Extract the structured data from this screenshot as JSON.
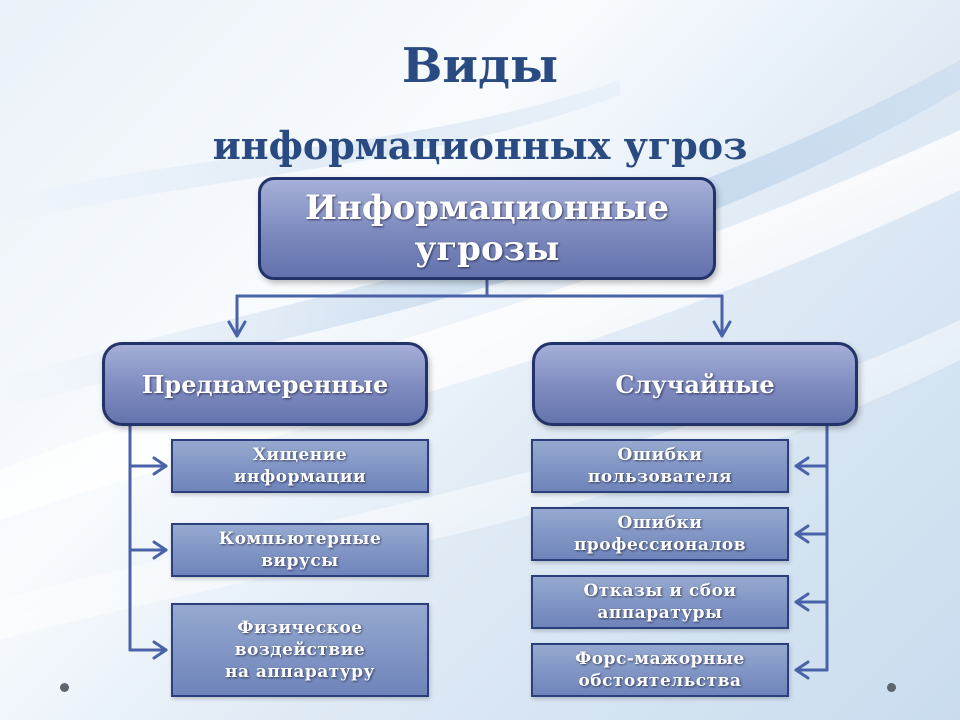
{
  "title": {
    "line1": "Виды",
    "line2": "информационных угроз"
  },
  "root": {
    "label": "Информационные угрозы"
  },
  "branches": {
    "left": {
      "label": "Преднамеренные",
      "items": [
        {
          "label": "Хищение\nинформации"
        },
        {
          "label": "Компьютерные\nвирусы"
        },
        {
          "label": "Физическое\nвоздействие\nна аппаратуру"
        }
      ]
    },
    "right": {
      "label": "Случайные",
      "items": [
        {
          "label": "Ошибки\nпользователя"
        },
        {
          "label": "Ошибки\nпрофессионалов"
        },
        {
          "label": "Отказы и сбои\nаппаратуры"
        },
        {
          "label": "Форс-мажорные\nобстоятельства"
        }
      ]
    }
  },
  "colors": {
    "title": "#2a4a82",
    "box_border": "#22336a",
    "connector": "#4a63a8",
    "box_fill_top": "#a6b0d8",
    "box_fill_bottom": "#6372ad"
  }
}
